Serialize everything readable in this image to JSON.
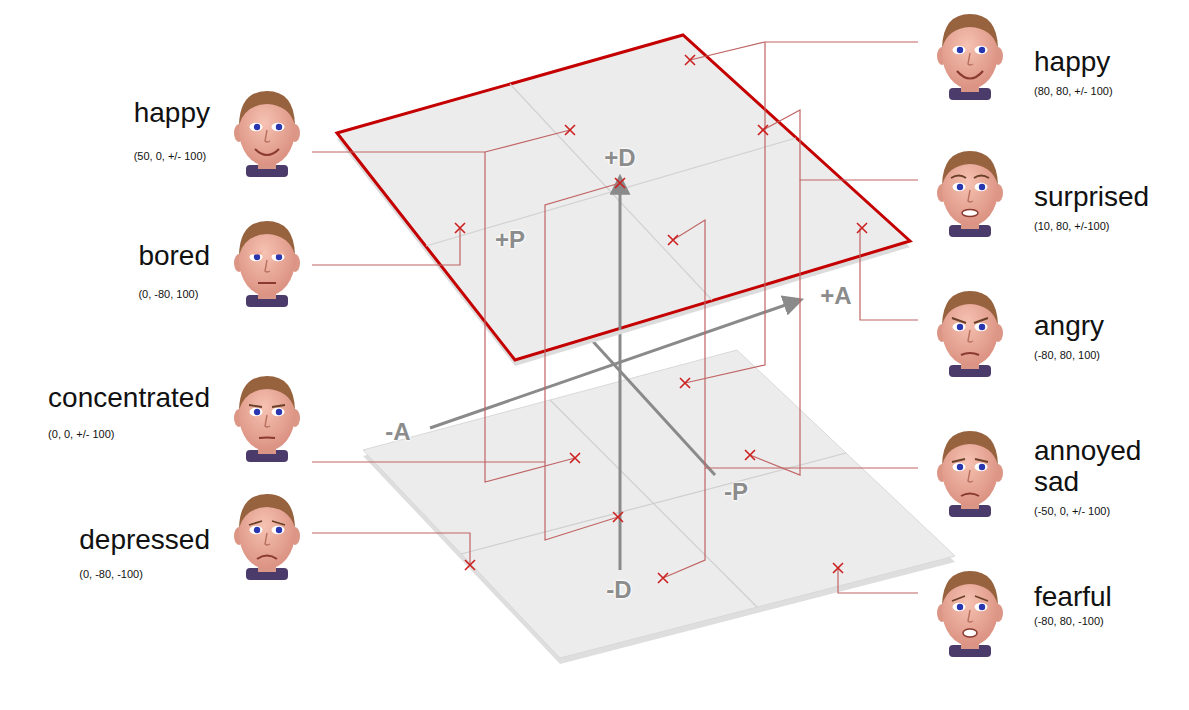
{
  "diagram": {
    "labels": [
      "happy",
      "(50, 0, +/- 100)",
      "bored",
      "(0, -80, 100)",
      "concentrated",
      "(0, 0, +/- 100)",
      "depressed",
      "(0, -80, -100)",
      "happy",
      "(80, 80, +/- 100)",
      "surprised",
      "(10, 80, +/-100)",
      "angry",
      "(-80, 80, 100)",
      "annoyed sad",
      "(-50, 0, +/- 100)",
      "fearful",
      "(-80, 80, -100)",
      "+D",
      "+P",
      "+A",
      "-A",
      "-P",
      "-D"
    ]
  }
}
